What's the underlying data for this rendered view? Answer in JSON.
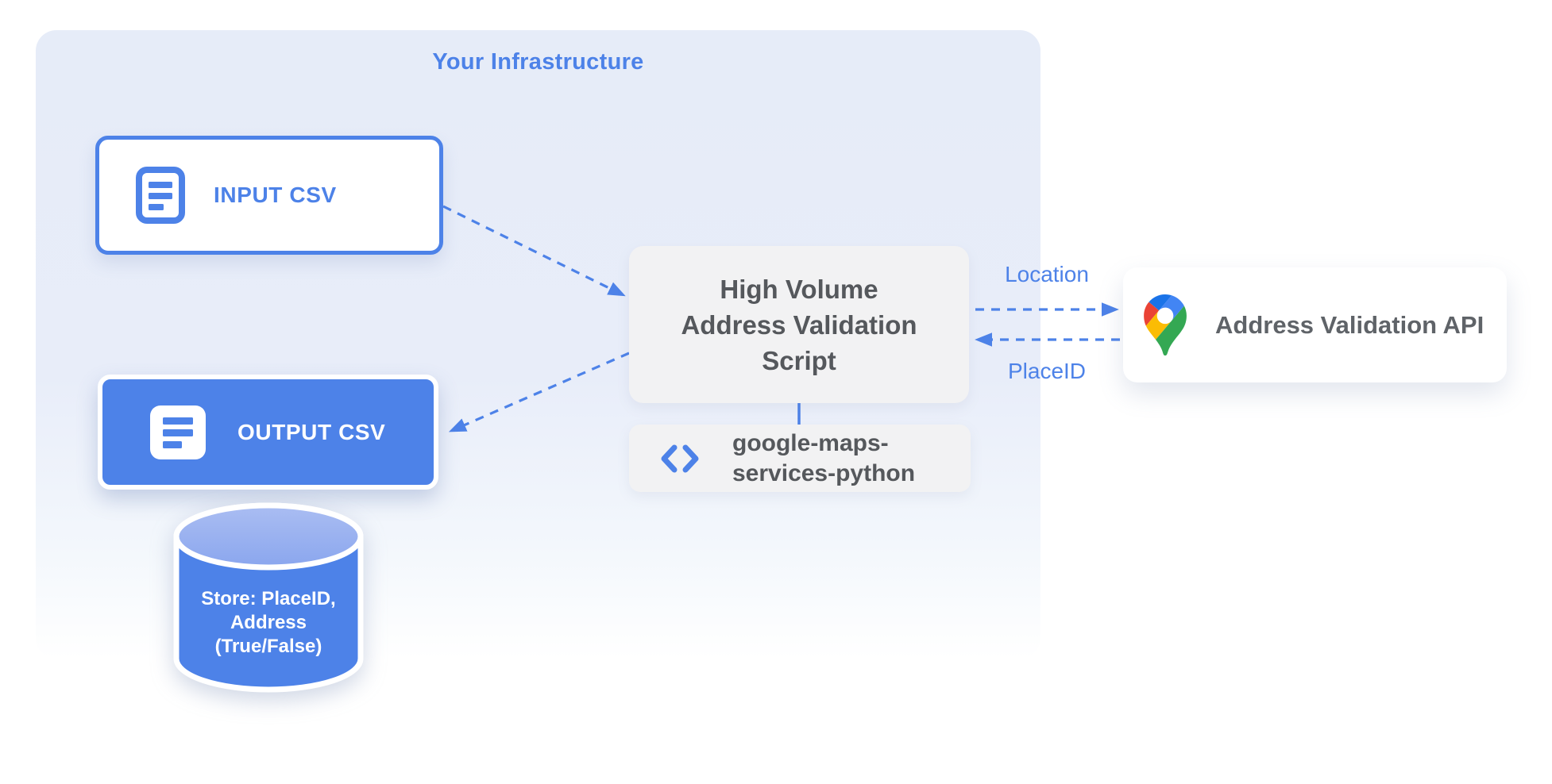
{
  "diagram": {
    "infrastructure_label": "Your Infrastructure",
    "nodes": {
      "input_csv": {
        "label": "INPUT CSV",
        "icon": "document-icon"
      },
      "output_csv": {
        "label": "OUTPUT CSV",
        "icon": "document-icon"
      },
      "datastore": {
        "lines": [
          "Store: PlaceID,",
          "Address",
          "(True/False)"
        ]
      },
      "script": {
        "lines": [
          "High Volume",
          "Address Validation",
          "Script"
        ]
      },
      "library": {
        "lines": [
          "google-maps-",
          "services-python"
        ],
        "icon": "code-icon"
      },
      "api": {
        "label": "Address Validation API",
        "icon": "google-maps-pin-icon"
      }
    },
    "edges": {
      "location_label": "Location",
      "placeid_label": "PlaceID"
    },
    "colors": {
      "accent_blue": "#4d82e8",
      "node_gray": "#f2f2f3",
      "text_gray": "#55585c",
      "pin_red": "#ea4335",
      "pin_blue": "#4285f4",
      "pin_dark_blue": "#1a73e8",
      "pin_yellow": "#fbbc04",
      "pin_green": "#34a853"
    }
  }
}
